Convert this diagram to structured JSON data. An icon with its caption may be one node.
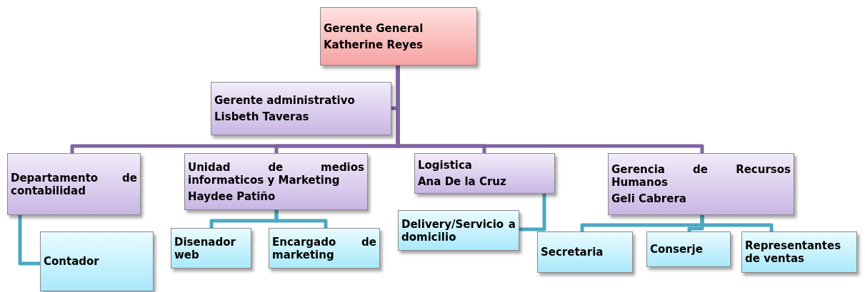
{
  "diagram": {
    "nodes": [
      {
        "text": [
          "Gerente General",
          "Katherine Reyes"
        ]
      },
      {
        "text": [
          "Gerente administrativo",
          "Lisbeth Taveras"
        ]
      },
      {
        "text": [
          "Departamento de contabilidad"
        ]
      },
      {
        "text": [
          "Unidad de medios informaticos y Marketing",
          "Haydee Patiño"
        ]
      },
      {
        "text": [
          "Logistica",
          "Ana De la Cruz"
        ]
      },
      {
        "text": [
          "Gerencia de Recursos Humanos",
          "Geli Cabrera"
        ]
      },
      {
        "text": [
          "Contador"
        ]
      },
      {
        "text": [
          "Disenador web"
        ]
      },
      {
        "text": [
          "Encargado de marketing"
        ]
      },
      {
        "text": [
          "Delivery/Servicio a domicilio"
        ]
      },
      {
        "text": [
          "Secretaria"
        ]
      },
      {
        "text": [
          "Conserje"
        ]
      },
      {
        "text": [
          "Representantes de ventas"
        ]
      }
    ],
    "edges": [
      {
        "from": 0,
        "to": 1,
        "arrow": "none",
        "color": "#8064a2"
      },
      {
        "from": 0,
        "to": 2,
        "arrow": "none",
        "color": "#8064a2"
      },
      {
        "from": 0,
        "to": 3,
        "arrow": "none",
        "color": "#8064a2"
      },
      {
        "from": 0,
        "to": 4,
        "arrow": "none",
        "color": "#8064a2"
      },
      {
        "from": 0,
        "to": 5,
        "arrow": "none",
        "color": "#8064a2"
      },
      {
        "from": 2,
        "to": 6,
        "arrow": "none"
      },
      {
        "from": 3,
        "to": 7,
        "arrow": "none"
      },
      {
        "from": 3,
        "to": 8,
        "arrow": "none"
      },
      {
        "from": 4,
        "to": 9,
        "arrow": "none"
      },
      {
        "from": 5,
        "to": 10,
        "arrow": "none"
      },
      {
        "from": 5,
        "to": 11,
        "arrow": "none"
      },
      {
        "from": 5,
        "to": 12,
        "arrow": "none"
      }
    ]
  }
}
